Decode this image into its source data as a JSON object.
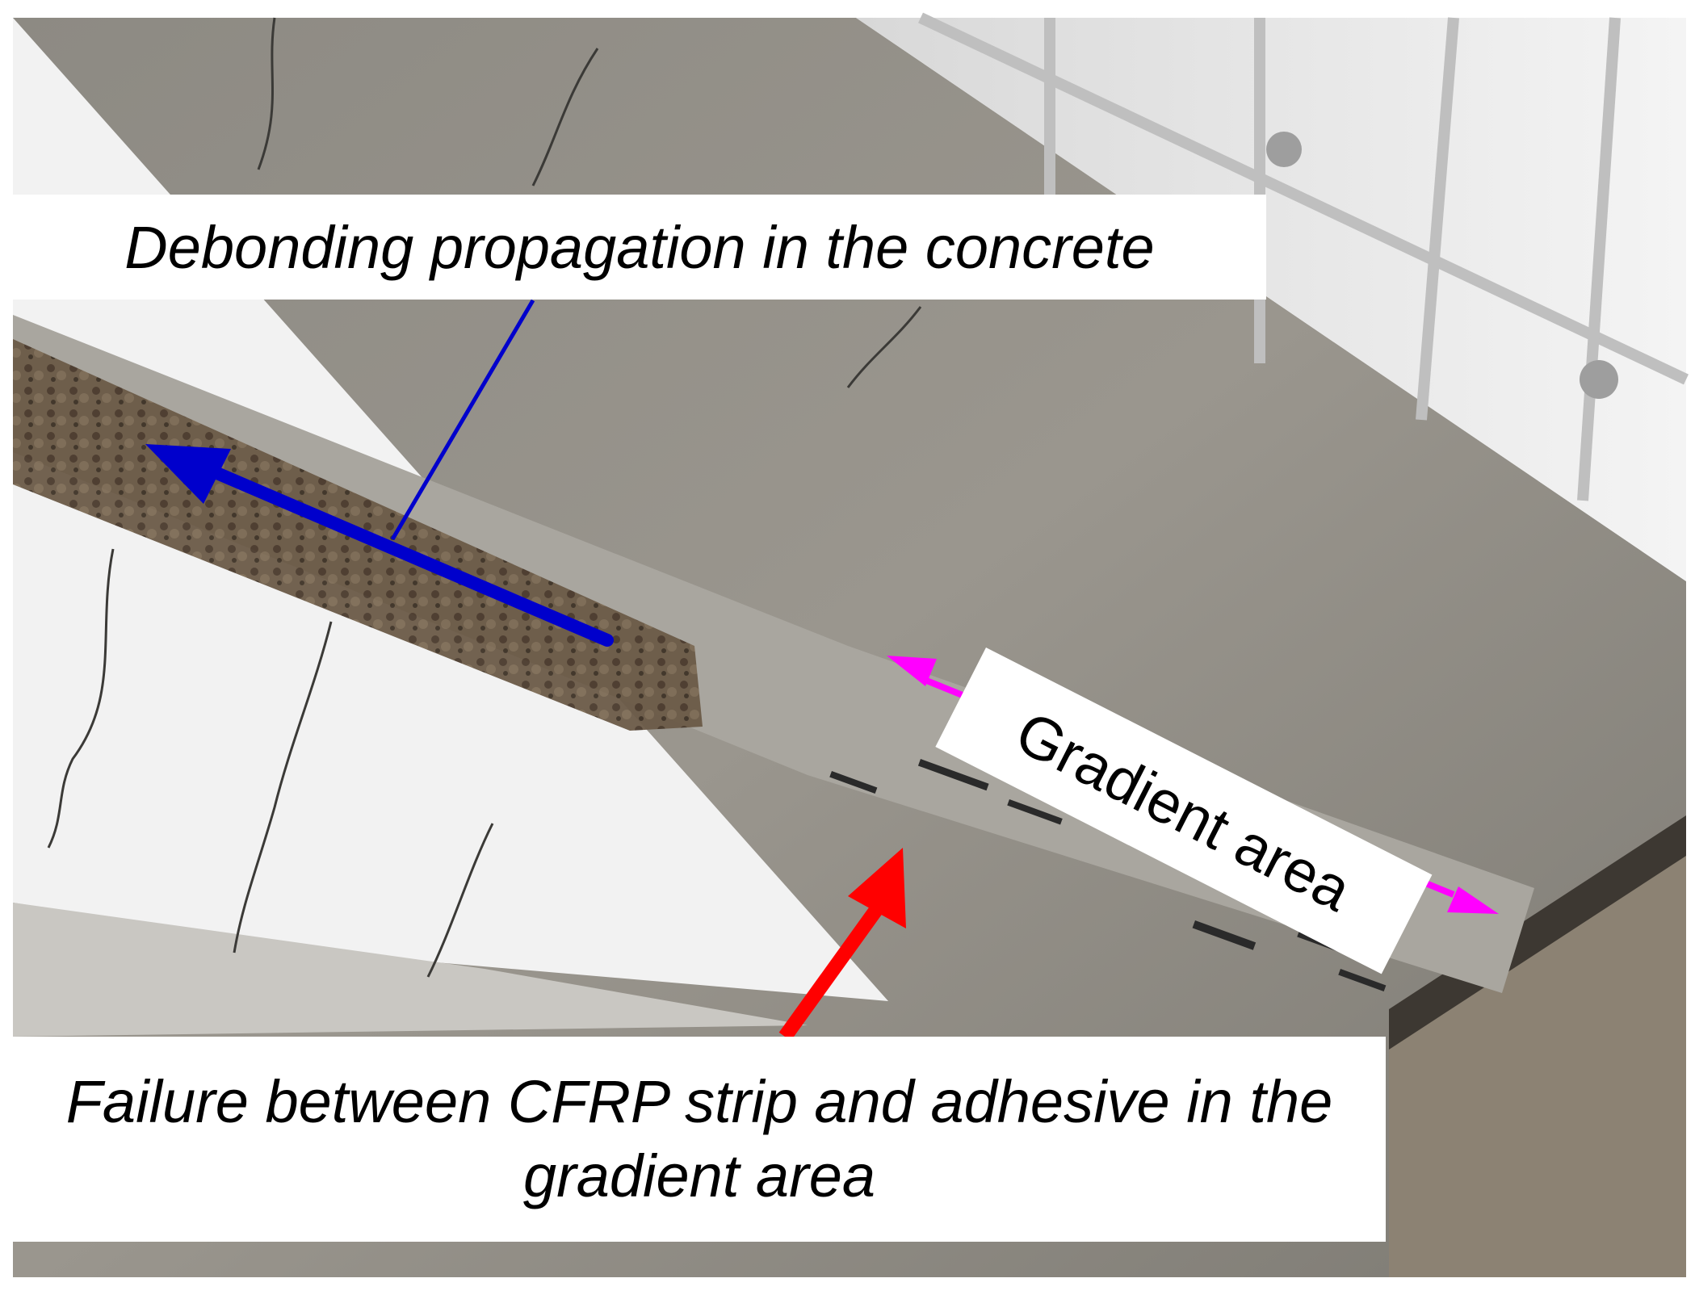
{
  "labels": {
    "debonding": "Debonding propagation in the concrete",
    "failure_line1": "Failure between CFRP strip and adhesive in the",
    "failure_line2": "gradient area",
    "gradient": "Gradient area"
  },
  "colors": {
    "debonding_arrow": "#0000cc",
    "failure_arrow": "#ff0000",
    "gradient_arrow": "#ff00ff",
    "concrete": "#8e8a82",
    "cfrp_strip": "#a7a49d",
    "aggregate": "#5a4a3a",
    "steel": "#e8e8e8"
  }
}
